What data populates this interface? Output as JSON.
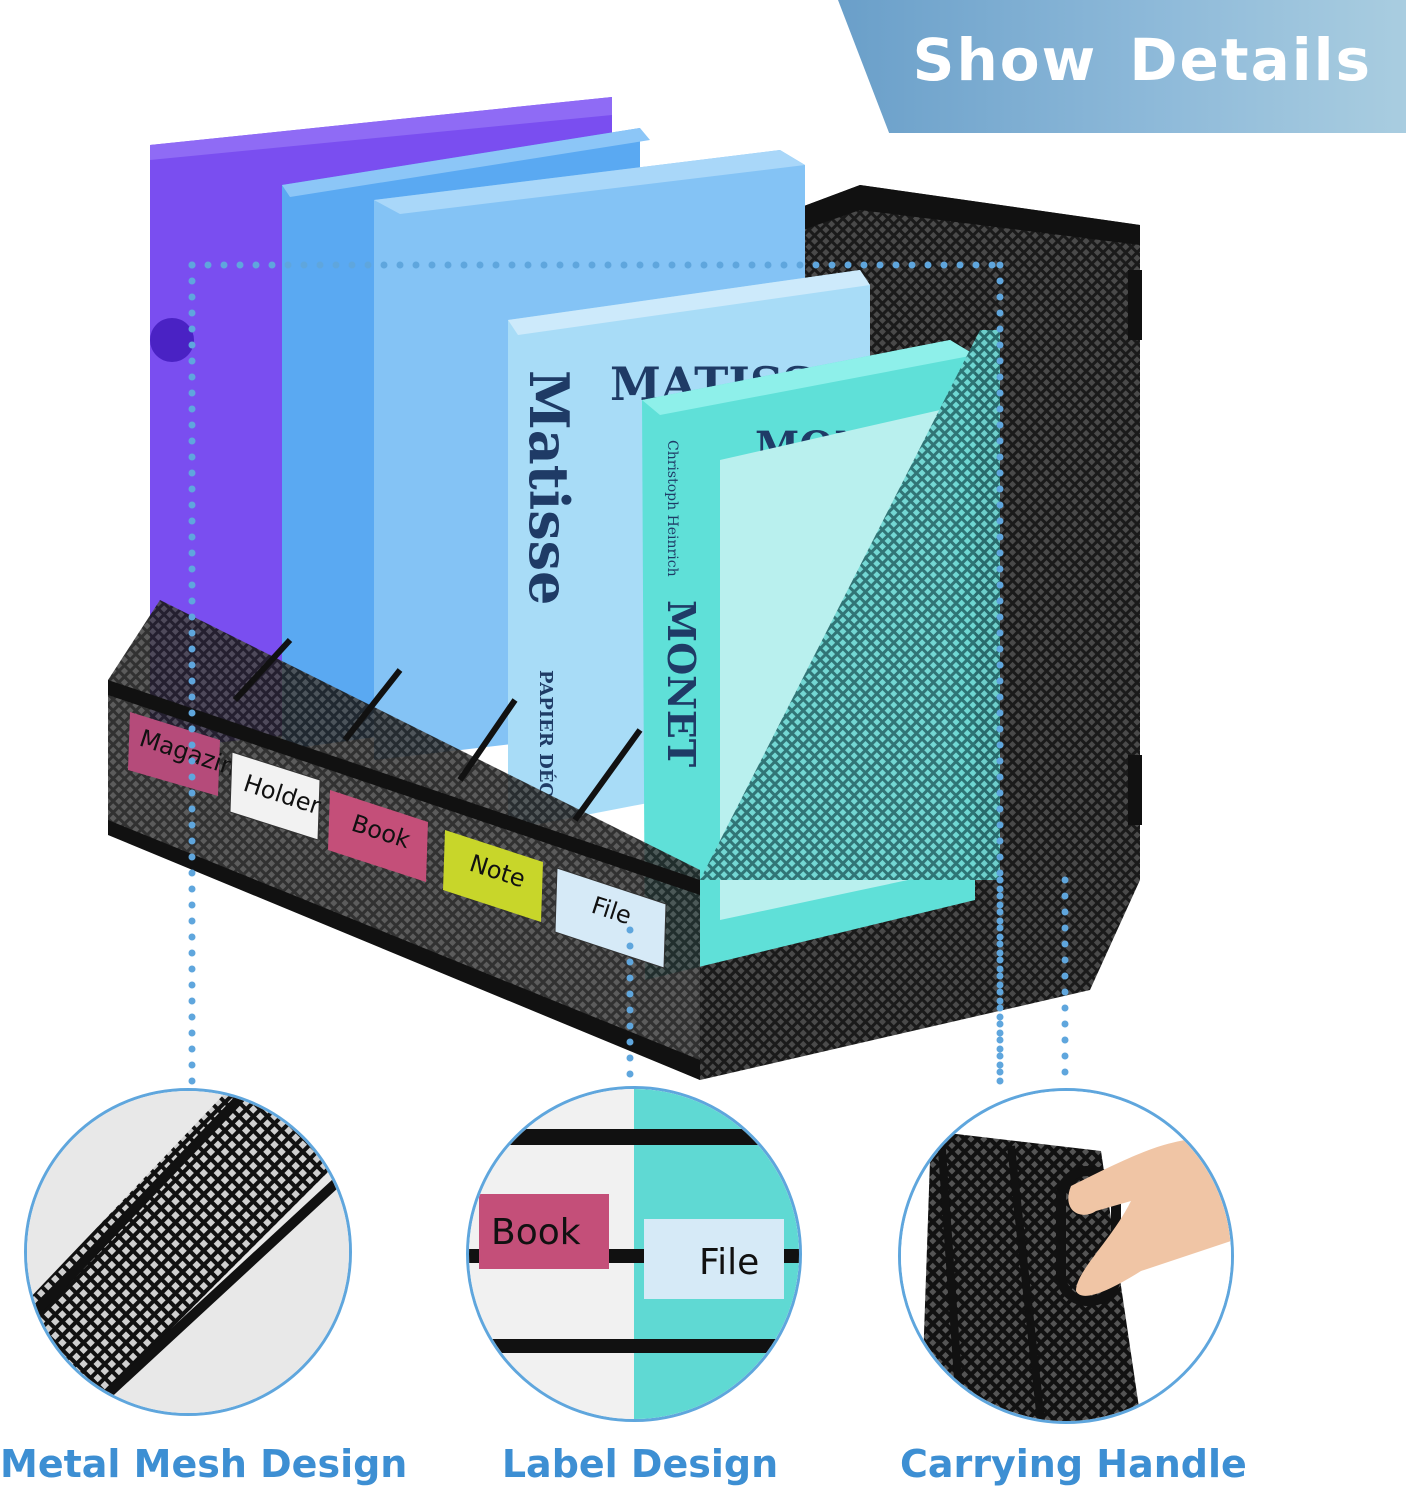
{
  "banner": {
    "title": "Show Details"
  },
  "product_labels": {
    "magazine": "Magazine",
    "holder": "Holder",
    "book": "Book",
    "note": "Note",
    "file": "File"
  },
  "books": {
    "matisse_cover": "MATISSE",
    "matisse_spine": "Matisse",
    "matisse_sub": "PAPIER DÉC",
    "monet_cover": "MONET",
    "monet_spine": "MONET",
    "monet_author": "Christoph Heinrich"
  },
  "callouts": [
    {
      "caption": "Metal Mesh Design"
    },
    {
      "caption": "Label Design",
      "labels": [
        "Book",
        "File"
      ]
    },
    {
      "caption": "Carrying Handle"
    }
  ],
  "colors": {
    "accent": "#3d8fd3",
    "banner": "#7fb0d6",
    "label_magazine": "#b54b7a",
    "label_holder": "#f2f2f2",
    "label_book": "#c44f79",
    "label_note": "#c8d62a",
    "label_file": "#d6eaf7"
  }
}
